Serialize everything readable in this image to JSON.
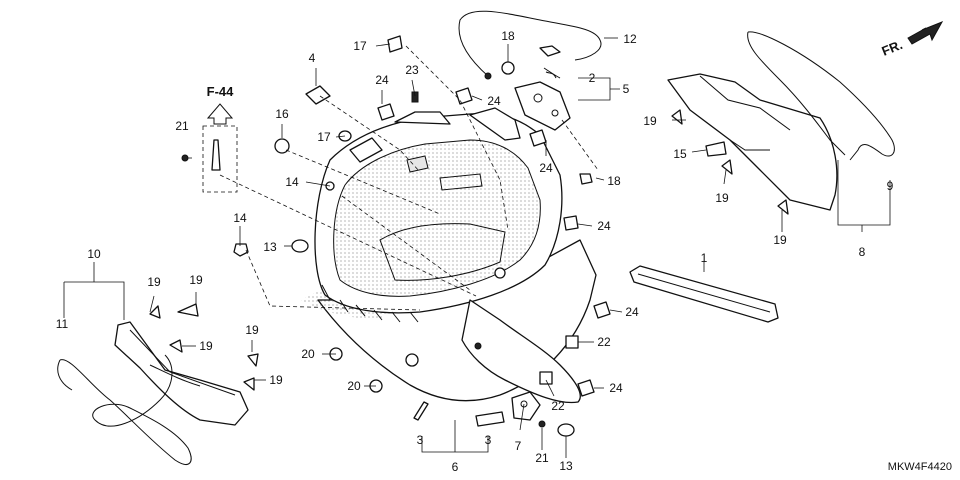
{
  "diagram": {
    "ref_badge": "F-44",
    "direction_label": "FR.",
    "model_code": "MKW4F4420",
    "callouts": {
      "c1": "1",
      "c2": "2",
      "c3a": "3",
      "c3b": "3",
      "c5": "5",
      "c6": "6",
      "c7": "7",
      "c8": "8",
      "c9": "9",
      "c10": "10",
      "c11": "11",
      "c12": "12",
      "c13a": "13",
      "c13b": "13",
      "c14a": "14",
      "c14b": "14",
      "c15": "15",
      "c16": "16",
      "c17a": "17",
      "c17b": "17",
      "c18a": "18",
      "c18b": "18",
      "c19a": "19",
      "c19b": "19",
      "c19c": "19",
      "c19d": "19",
      "c19e": "19",
      "c19f": "19",
      "c19g": "19",
      "c19h": "19",
      "c20a": "20",
      "c20b": "20",
      "c21a": "21",
      "c21b": "21",
      "c22a": "22",
      "c22b": "22",
      "c23": "23",
      "c24a": "24",
      "c24b": "24",
      "c24c": "24",
      "c24d": "24",
      "c24e": "24",
      "c24f": "24",
      "c4": "4"
    }
  }
}
